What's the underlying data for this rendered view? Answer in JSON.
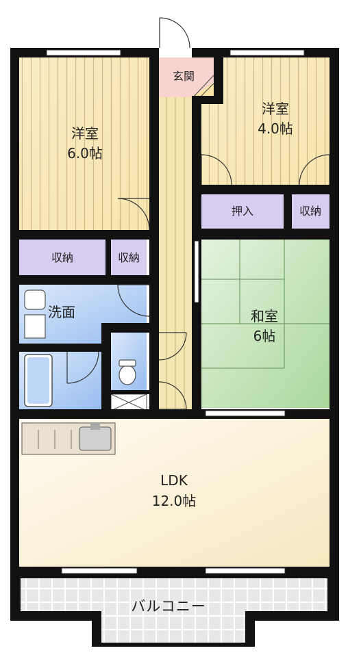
{
  "rooms": {
    "western_room_1": {
      "name": "洋室",
      "size": "6.0帖"
    },
    "western_room_2": {
      "name": "洋室",
      "size": "4.0帖"
    },
    "entrance": {
      "name": "玄関"
    },
    "closet_oshiire": {
      "name": "押入"
    },
    "storage_right": {
      "name": "収納"
    },
    "storage_left": {
      "name": "収納"
    },
    "storage_mid": {
      "name": "収納"
    },
    "washroom": {
      "name": "洗面"
    },
    "japanese_room": {
      "name": "和室",
      "size": "6帖"
    },
    "ldk": {
      "name": "LDK",
      "size": "12.0帖"
    },
    "balcony": {
      "name": "バルコニー"
    }
  },
  "colors": {
    "wall": "#111111",
    "western_floor": "#f8e7b6",
    "western_stripe": "#b99f6c",
    "hall_floor": "#f4e6b2",
    "entrance_floor": "#f9d3cf",
    "storage": "#d8cdf1",
    "bath": "#b8d4f4",
    "tatami": "#c8e8c0",
    "ldk_floor": "#fdf5dc",
    "balcony_tile": "#e6e6e6"
  }
}
